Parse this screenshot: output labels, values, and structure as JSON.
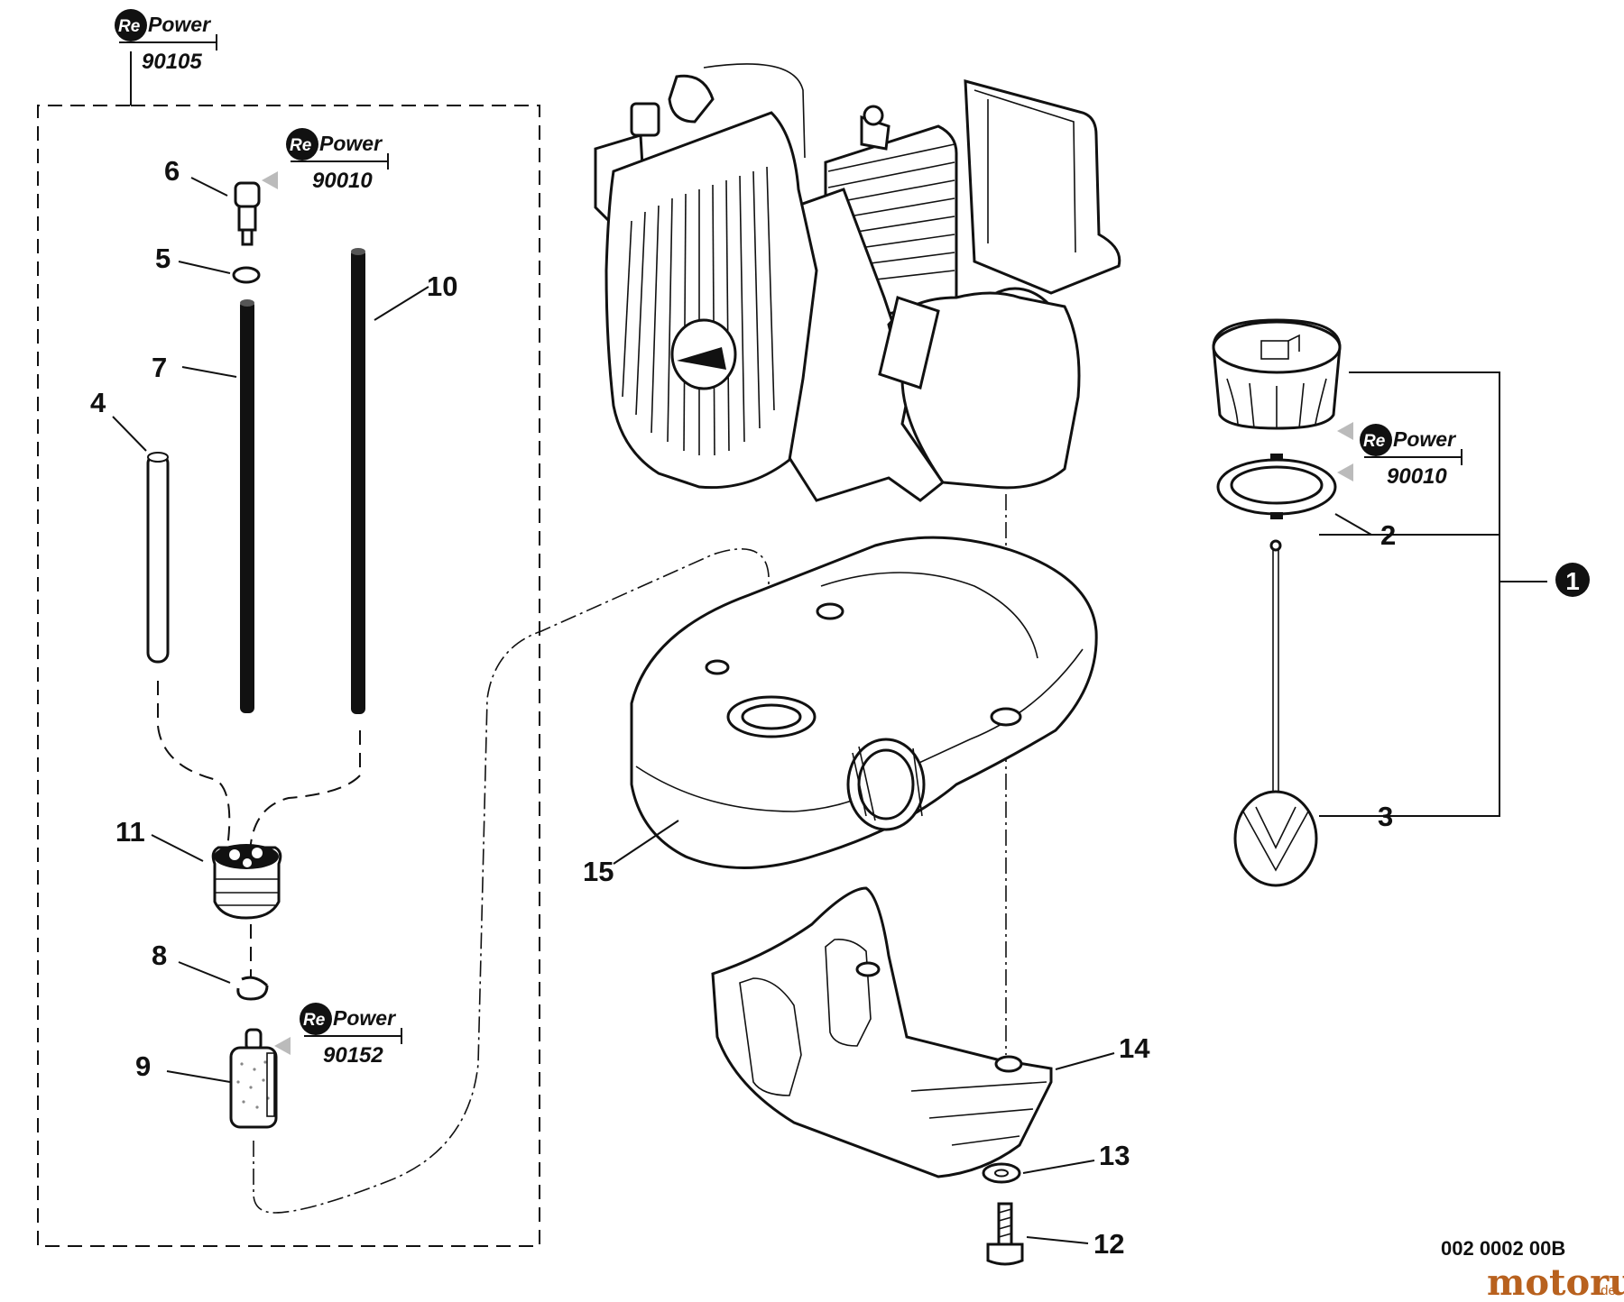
{
  "kits": [
    {
      "brand_re": "Re",
      "brand_power": "Power",
      "code": "90105"
    },
    {
      "brand_re": "Re",
      "brand_power": "Power",
      "code": "90010"
    },
    {
      "brand_re": "Re",
      "brand_power": "Power",
      "code": "90152"
    },
    {
      "brand_re": "Re",
      "brand_power": "Power",
      "code": "90010"
    }
  ],
  "callouts": {
    "c1": "1",
    "c2": "2",
    "c3": "3",
    "c4": "4",
    "c5": "5",
    "c6": "6",
    "c7": "7",
    "c8": "8",
    "c9": "9",
    "c10": "10",
    "c11": "11",
    "c12": "12",
    "c13": "13",
    "c14": "14",
    "c15": "15"
  },
  "document_number": "002 0002 00B",
  "watermark": {
    "name": "motoruf",
    "tld": ".de"
  },
  "colors": {
    "ink": "#111111",
    "watermark": "#b8611e"
  }
}
